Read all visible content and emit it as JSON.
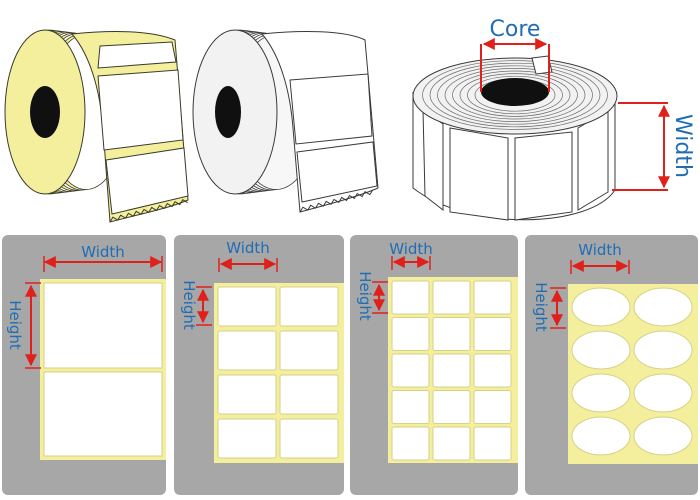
{
  "colors": {
    "panel": "#a7a7a7",
    "liner_yellow": "#f3ef9c",
    "liner_edge": "#c9c45a",
    "label_white": "#ffffff",
    "arrow_red": "#e0201b",
    "text_blue": "#1f6db5",
    "roll_gray": "#f2f2f2"
  },
  "top": {
    "core_label": "Core",
    "width_label": "Width"
  },
  "panels": [
    {
      "id": "panel-1",
      "width_label": "Width",
      "height_label": "Height",
      "layout": "1 column x 2 rows",
      "shape": "rectangle"
    },
    {
      "id": "panel-2",
      "width_label": "Width",
      "height_label": "Height",
      "layout": "2 columns x 4 rows",
      "shape": "rectangle"
    },
    {
      "id": "panel-3",
      "width_label": "Width",
      "height_label": "Height",
      "layout": "3 columns x 5 rows",
      "shape": "rectangle"
    },
    {
      "id": "panel-4",
      "width_label": "Width",
      "height_label": "Height",
      "layout": "2 columns x 4 rows",
      "shape": "oval"
    }
  ]
}
